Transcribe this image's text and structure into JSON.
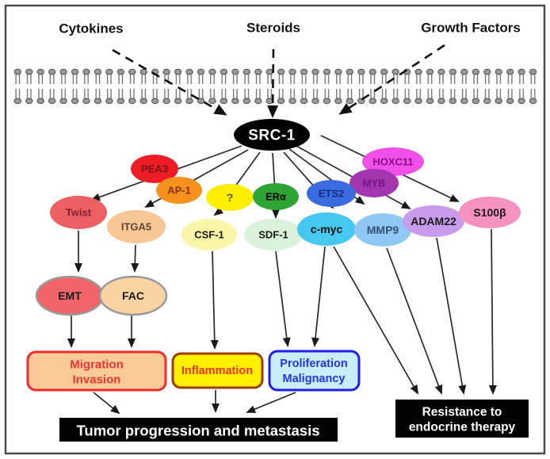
{
  "inputs": {
    "cytokines": "Cytokines",
    "steroids": "Steroids",
    "growth_factors": "Growth Factors"
  },
  "hub": {
    "label": "SRC-1",
    "fill": "#000000",
    "text_color": "#ffffff"
  },
  "nodes": {
    "pea3": {
      "label": "PEA3",
      "fill": "#ee1c25",
      "text_color": "#7a1414"
    },
    "ap1": {
      "label": "AP-1",
      "fill": "#f5921e",
      "text_color": "#8b2e00"
    },
    "question": {
      "label": "?",
      "fill": "#ffee00",
      "text_color": "#55550a"
    },
    "era": {
      "label": "ERα",
      "fill": "#2ca535",
      "text_color": "#000000"
    },
    "ets2": {
      "label": "ETS2",
      "fill": "#3a6be0",
      "text_color": "#142b7a"
    },
    "myb": {
      "label": "MYB",
      "fill": "#a335ae",
      "text_color": "#701880"
    },
    "hoxc11": {
      "label": "HOXC11",
      "fill": "#f04fe8",
      "text_color": "#8b0f85"
    },
    "twist": {
      "label": "Twist",
      "fill": "#ec5f63",
      "text_color": "#7d2230"
    },
    "itga5": {
      "label": "ITGA5",
      "fill": "#f7c795",
      "text_color": "#5a4632"
    },
    "csf1": {
      "label": "CSF-1",
      "fill": "#faf6a8",
      "text_color": "#1a1a1a"
    },
    "sdf1": {
      "label": "SDF-1",
      "fill": "#d9f2d9",
      "text_color": "#1a1a1a"
    },
    "cmyc": {
      "label": "c-myc",
      "fill": "#45c8f0",
      "text_color": "#111111"
    },
    "mmp9": {
      "label": "MMP9",
      "fill": "#8fc8f2",
      "text_color": "#33517a"
    },
    "adam22": {
      "label": "ADAM22",
      "fill": "#c89ceb",
      "text_color": "#1a1a1a"
    },
    "s100b": {
      "label": "S100β",
      "fill": "#f592bd",
      "text_color": "#1a1a1a"
    },
    "emt": {
      "label": "EMT",
      "fill": "#f1646a",
      "stroke": "#999999",
      "text_color": "#1a1a1a"
    },
    "fac": {
      "label": "FAC",
      "fill": "#fad3a2",
      "stroke": "#999999",
      "text_color": "#1a1a1a"
    }
  },
  "boxes": {
    "migration": {
      "line1": "Migration",
      "line2": "Invasion",
      "fill": "#fbcb97",
      "stroke": "#ee2b2b",
      "text_color": "#ee3333"
    },
    "inflammation": {
      "label": "Inflammation",
      "fill": "#fff101",
      "stroke": "#9c3c00",
      "text_color": "#ee3322"
    },
    "proliferation": {
      "line1": "Proliferation",
      "line2": "Malignancy",
      "fill": "#c9eefa",
      "stroke": "#1d1dee",
      "text_color": "#2233ee"
    },
    "tumor": {
      "label": "Tumor progression and metastasis",
      "fill": "#000000",
      "text_color": "#ffffff"
    },
    "resistance": {
      "line1": "Resistance to",
      "line2": "endocrine therapy",
      "fill": "#000000",
      "text_color": "#ffffff"
    }
  },
  "membrane": {
    "head_color": "#9a9a9a",
    "head_edge": "#4d4d4d",
    "tail_color": "#777777"
  },
  "frame": {
    "border_color": "#4d4d4d"
  }
}
